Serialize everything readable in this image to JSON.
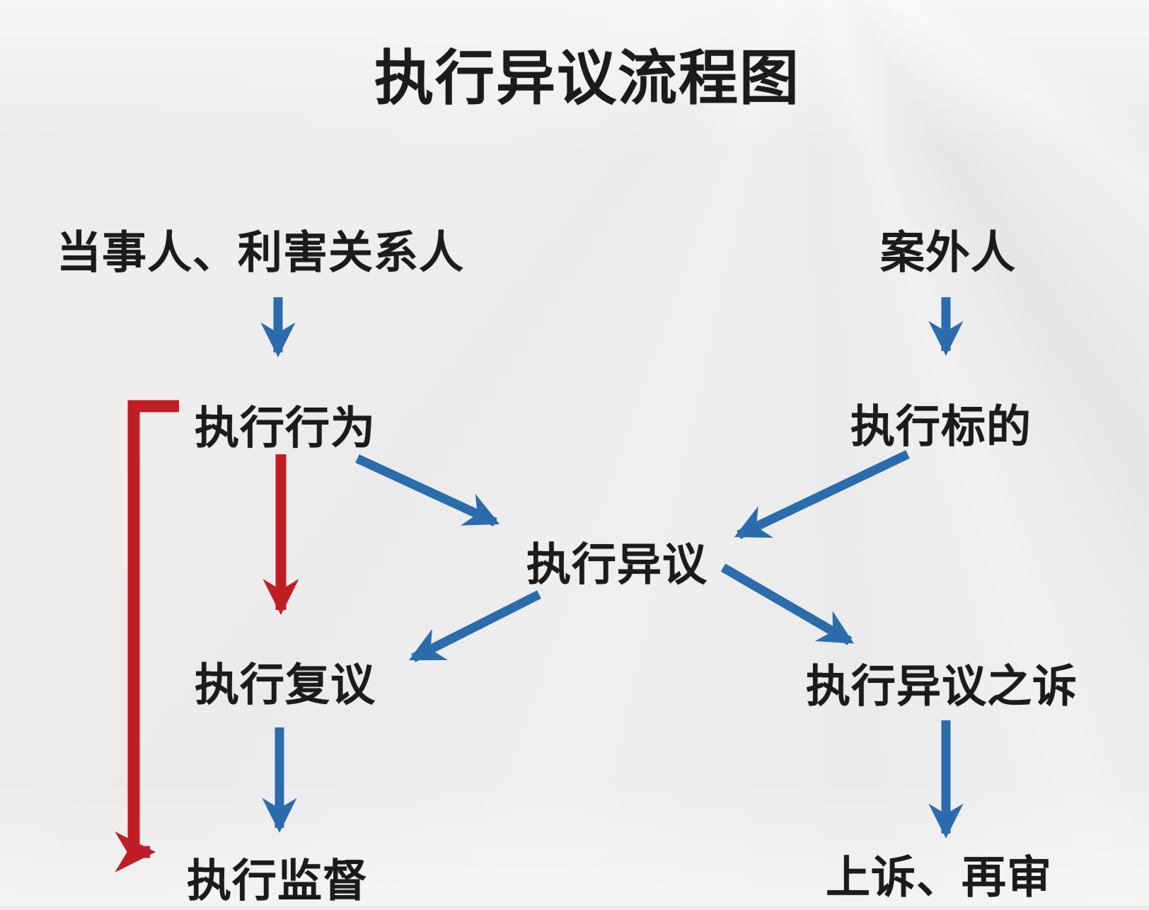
{
  "title": "执行异议流程图",
  "colors": {
    "arrow-blue": "#2b6cad",
    "arrow-red": "#c01e24",
    "text-dark": "#1b1b1d",
    "bg": "#ebebec"
  },
  "nodes": {
    "parties": {
      "label": "当事人、利害关系人"
    },
    "outsider": {
      "label": "案外人"
    },
    "execution_act": {
      "label": "执行行为"
    },
    "execution_target": {
      "label": "执行标的"
    },
    "execution_objection": {
      "label": "执行异议"
    },
    "execution_reconsideration": {
      "label": "执行复议"
    },
    "objection_lawsuit": {
      "label": "执行异议之诉"
    },
    "execution_supervision": {
      "label": "执行监督"
    },
    "appeal_retrial": {
      "label": "上诉、再审"
    }
  },
  "edges": [
    {
      "from": "parties",
      "to": "execution_act",
      "color": "blue"
    },
    {
      "from": "outsider",
      "to": "execution_target",
      "color": "blue"
    },
    {
      "from": "execution_act",
      "to": "execution_objection",
      "color": "blue"
    },
    {
      "from": "execution_target",
      "to": "execution_objection",
      "color": "blue"
    },
    {
      "from": "execution_objection",
      "to": "execution_reconsideration",
      "color": "blue"
    },
    {
      "from": "execution_objection",
      "to": "objection_lawsuit",
      "color": "blue"
    },
    {
      "from": "execution_act",
      "to": "execution_reconsideration",
      "color": "red"
    },
    {
      "from": "execution_act",
      "to": "execution_supervision",
      "color": "red"
    },
    {
      "from": "execution_reconsideration",
      "to": "execution_supervision",
      "color": "blue"
    },
    {
      "from": "objection_lawsuit",
      "to": "appeal_retrial",
      "color": "blue"
    }
  ]
}
